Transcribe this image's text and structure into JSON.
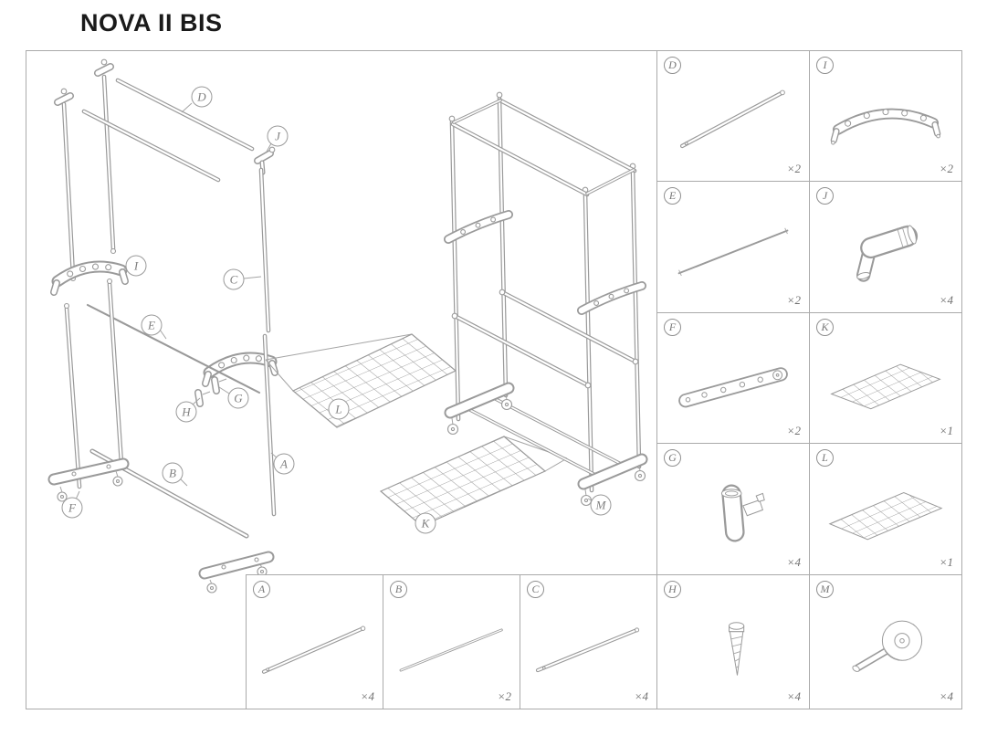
{
  "title": "NOVA II BIS",
  "colors": {
    "line": "#9a9a9a",
    "border": "#aaaaaa",
    "label_text": "#787878",
    "title_text": "#1a1a1a"
  },
  "cells": {
    "right": [
      {
        "label": "D",
        "qty": "×2"
      },
      {
        "label": "I",
        "qty": "×2"
      },
      {
        "label": "E",
        "qty": "×2"
      },
      {
        "label": "J",
        "qty": "×4"
      },
      {
        "label": "F",
        "qty": "×2"
      },
      {
        "label": "K",
        "qty": "×1"
      },
      {
        "label": "G",
        "qty": "×4"
      },
      {
        "label": "L",
        "qty": "×1"
      }
    ],
    "bottom": [
      {
        "label": "A",
        "qty": "×4"
      },
      {
        "label": "B",
        "qty": "×2"
      },
      {
        "label": "C",
        "qty": "×4"
      },
      {
        "label": "H",
        "qty": "×4"
      },
      {
        "label": "M",
        "qty": "×4"
      }
    ]
  },
  "diagram": {
    "callouts": [
      "D",
      "J",
      "I",
      "C",
      "E",
      "H",
      "G",
      "B",
      "A",
      "F",
      "L",
      "K",
      "M"
    ]
  }
}
